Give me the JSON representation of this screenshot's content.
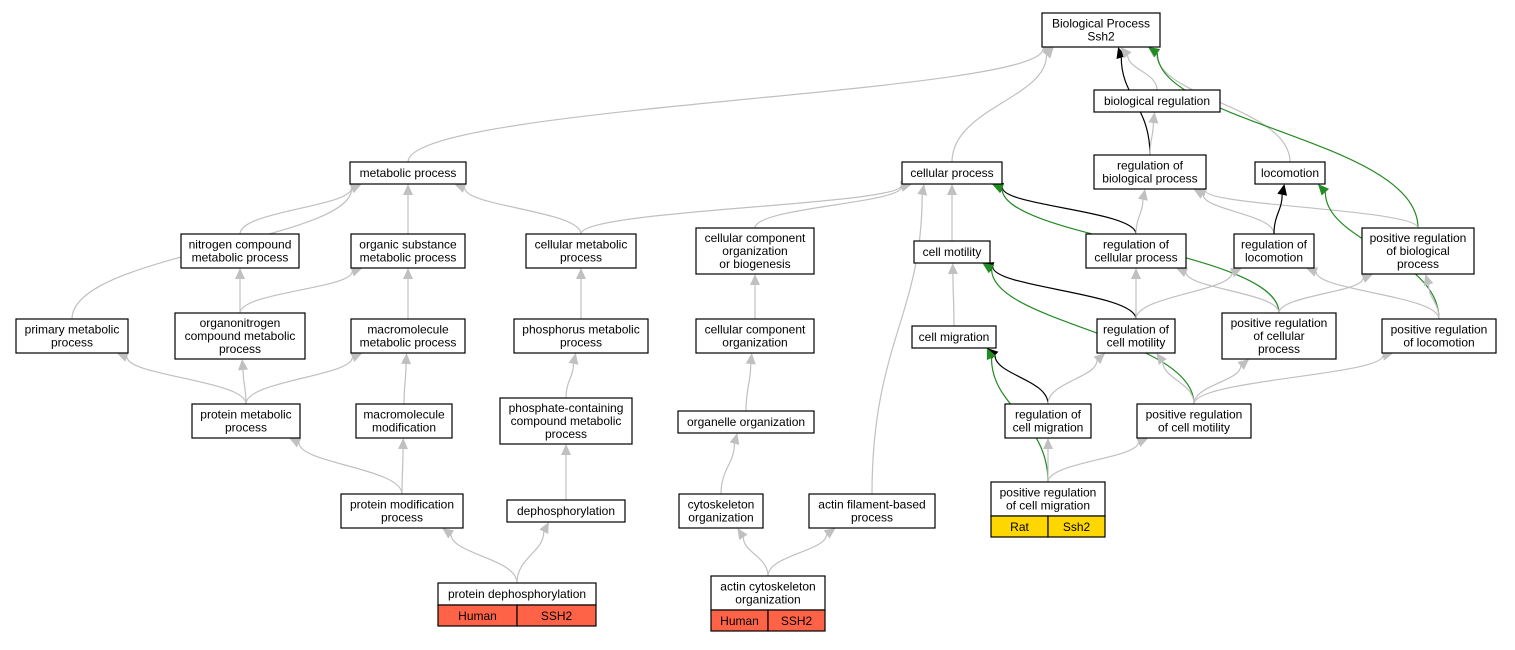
{
  "colors": {
    "default_edge": "#c0c0c0",
    "black_edge": "#000000",
    "green_edge": "#228b22",
    "human_badge": "#ff6347",
    "rat_badge": "#ffd700"
  },
  "nodes": [
    {
      "id": "bp",
      "lines": [
        "Biological Process",
        "Ssh2"
      ]
    },
    {
      "id": "bioreg",
      "lines": [
        "biological regulation"
      ]
    },
    {
      "id": "metab",
      "lines": [
        "metabolic process"
      ]
    },
    {
      "id": "cellproc",
      "lines": [
        "cellular process"
      ]
    },
    {
      "id": "regbio",
      "lines": [
        "regulation of",
        "biological process"
      ]
    },
    {
      "id": "locom",
      "lines": [
        "locomotion"
      ]
    },
    {
      "id": "nitro",
      "lines": [
        "nitrogen compound",
        "metabolic process"
      ]
    },
    {
      "id": "orgsub",
      "lines": [
        "organic substance",
        "metabolic process"
      ]
    },
    {
      "id": "cellmet",
      "lines": [
        "cellular metabolic",
        "process"
      ]
    },
    {
      "id": "ccob",
      "lines": [
        "cellular component",
        "organization",
        "or biogenesis"
      ]
    },
    {
      "id": "cellmot",
      "lines": [
        "cell motility"
      ]
    },
    {
      "id": "regcell",
      "lines": [
        "regulation of",
        "cellular process"
      ]
    },
    {
      "id": "regloc",
      "lines": [
        "regulation of",
        "locomotion"
      ]
    },
    {
      "id": "posregbio",
      "lines": [
        "positive regulation",
        "of biological",
        "process"
      ]
    },
    {
      "id": "primmet",
      "lines": [
        "primary metabolic",
        "process"
      ]
    },
    {
      "id": "orgnitro",
      "lines": [
        "organonitrogen",
        "compound metabolic",
        "process"
      ]
    },
    {
      "id": "macromet",
      "lines": [
        "macromolecule",
        "metabolic process"
      ]
    },
    {
      "id": "phosmet",
      "lines": [
        "phosphorus metabolic",
        "process"
      ]
    },
    {
      "id": "ccorg",
      "lines": [
        "cellular component",
        "organization"
      ]
    },
    {
      "id": "cellmig",
      "lines": [
        "cell migration"
      ]
    },
    {
      "id": "regmot",
      "lines": [
        "regulation of",
        "cell motility"
      ]
    },
    {
      "id": "posregcell",
      "lines": [
        "positive regulation",
        "of cellular",
        "process"
      ]
    },
    {
      "id": "posregloc",
      "lines": [
        "positive regulation",
        "of locomotion"
      ]
    },
    {
      "id": "protmet",
      "lines": [
        "protein metabolic",
        "process"
      ]
    },
    {
      "id": "macromod",
      "lines": [
        "macromolecule",
        "modification"
      ]
    },
    {
      "id": "phosphcomp",
      "lines": [
        "phosphate-containing",
        "compound metabolic",
        "process"
      ]
    },
    {
      "id": "organelle",
      "lines": [
        "organelle organization"
      ]
    },
    {
      "id": "regmig",
      "lines": [
        "regulation of",
        "cell migration"
      ]
    },
    {
      "id": "posregmot",
      "lines": [
        "positive regulation",
        "of cell motility"
      ]
    },
    {
      "id": "protmod",
      "lines": [
        "protein modification",
        "process"
      ]
    },
    {
      "id": "dephos",
      "lines": [
        "dephosphorylation"
      ]
    },
    {
      "id": "cytoorg",
      "lines": [
        "cytoskeleton",
        "organization"
      ]
    },
    {
      "id": "actinfil",
      "lines": [
        "actin filament-based",
        "process"
      ]
    },
    {
      "id": "posregmig",
      "lines": [
        "positive regulation",
        "of cell migration"
      ],
      "badge": [
        "Rat",
        "Ssh2"
      ],
      "badge_color": "rat_badge"
    },
    {
      "id": "protdephos",
      "lines": [
        "protein dephosphorylation"
      ],
      "badge": [
        "Human",
        "SSH2"
      ],
      "badge_color": "human_badge"
    },
    {
      "id": "actincyto",
      "lines": [
        "actin cytoskeleton",
        "organization"
      ],
      "badge": [
        "Human",
        "SSH2"
      ],
      "badge_color": "human_badge"
    }
  ],
  "edges": [
    {
      "from": "metab",
      "to": "bp",
      "color": "default_edge"
    },
    {
      "from": "cellproc",
      "to": "bp",
      "color": "default_edge"
    },
    {
      "from": "regbio",
      "to": "bp",
      "color": "black_edge"
    },
    {
      "from": "bioreg",
      "to": "bp",
      "color": "default_edge"
    },
    {
      "from": "locom",
      "to": "bp",
      "color": "default_edge"
    },
    {
      "from": "posregbio",
      "to": "bp",
      "color": "green_edge"
    },
    {
      "from": "regbio",
      "to": "bioreg",
      "color": "default_edge"
    },
    {
      "from": "primmet",
      "to": "metab",
      "color": "default_edge"
    },
    {
      "from": "nitro",
      "to": "metab",
      "color": "default_edge"
    },
    {
      "from": "orgsub",
      "to": "metab",
      "color": "default_edge"
    },
    {
      "from": "cellmet",
      "to": "metab",
      "color": "default_edge"
    },
    {
      "from": "cellmet",
      "to": "cellproc",
      "color": "default_edge"
    },
    {
      "from": "ccob",
      "to": "cellproc",
      "color": "default_edge"
    },
    {
      "from": "actinfil",
      "to": "cellproc",
      "color": "default_edge"
    },
    {
      "from": "cellmot",
      "to": "cellproc",
      "color": "default_edge"
    },
    {
      "from": "regcell",
      "to": "cellproc",
      "color": "black_edge"
    },
    {
      "from": "posregcell",
      "to": "cellproc",
      "color": "green_edge"
    },
    {
      "from": "regcell",
      "to": "regbio",
      "color": "default_edge"
    },
    {
      "from": "regloc",
      "to": "regbio",
      "color": "default_edge"
    },
    {
      "from": "posregbio",
      "to": "regbio",
      "color": "default_edge"
    },
    {
      "from": "regloc",
      "to": "locom",
      "color": "black_edge"
    },
    {
      "from": "posregloc",
      "to": "locom",
      "color": "green_edge"
    },
    {
      "from": "orgnitro",
      "to": "nitro",
      "color": "default_edge"
    },
    {
      "from": "orgnitro",
      "to": "orgsub",
      "color": "default_edge"
    },
    {
      "from": "macromet",
      "to": "orgsub",
      "color": "default_edge"
    },
    {
      "from": "phosmet",
      "to": "cellmet",
      "color": "default_edge"
    },
    {
      "from": "ccorg",
      "to": "ccob",
      "color": "default_edge"
    },
    {
      "from": "cellmig",
      "to": "cellmot",
      "color": "default_edge"
    },
    {
      "from": "regmot",
      "to": "cellmot",
      "color": "black_edge"
    },
    {
      "from": "posregmot",
      "to": "cellmot",
      "color": "green_edge"
    },
    {
      "from": "regmot",
      "to": "regcell",
      "color": "default_edge"
    },
    {
      "from": "posregcell",
      "to": "regcell",
      "color": "default_edge"
    },
    {
      "from": "regmot",
      "to": "regloc",
      "color": "default_edge"
    },
    {
      "from": "posregloc",
      "to": "regloc",
      "color": "default_edge"
    },
    {
      "from": "posregcell",
      "to": "posregbio",
      "color": "default_edge"
    },
    {
      "from": "posregloc",
      "to": "posregbio",
      "color": "default_edge"
    },
    {
      "from": "protmet",
      "to": "primmet",
      "color": "default_edge"
    },
    {
      "from": "protmet",
      "to": "orgnitro",
      "color": "default_edge"
    },
    {
      "from": "protmet",
      "to": "macromet",
      "color": "default_edge"
    },
    {
      "from": "macromod",
      "to": "macromet",
      "color": "default_edge"
    },
    {
      "from": "phosphcomp",
      "to": "phosmet",
      "color": "default_edge"
    },
    {
      "from": "organelle",
      "to": "ccorg",
      "color": "default_edge"
    },
    {
      "from": "regmig",
      "to": "cellmig",
      "color": "black_edge"
    },
    {
      "from": "posregmig",
      "to": "cellmig",
      "color": "green_edge"
    },
    {
      "from": "regmig",
      "to": "regmot",
      "color": "default_edge"
    },
    {
      "from": "posregmot",
      "to": "regmot",
      "color": "default_edge"
    },
    {
      "from": "posregmot",
      "to": "posregcell",
      "color": "default_edge"
    },
    {
      "from": "posregmot",
      "to": "posregloc",
      "color": "default_edge"
    },
    {
      "from": "protmod",
      "to": "protmet",
      "color": "default_edge"
    },
    {
      "from": "protmod",
      "to": "macromod",
      "color": "default_edge"
    },
    {
      "from": "dephos",
      "to": "phosphcomp",
      "color": "default_edge"
    },
    {
      "from": "cytoorg",
      "to": "organelle",
      "color": "default_edge"
    },
    {
      "from": "posregmig",
      "to": "regmig",
      "color": "default_edge"
    },
    {
      "from": "posregmig",
      "to": "posregmot",
      "color": "default_edge"
    },
    {
      "from": "protdephos",
      "to": "protmod",
      "color": "default_edge"
    },
    {
      "from": "protdephos",
      "to": "dephos",
      "color": "default_edge"
    },
    {
      "from": "actincyto",
      "to": "cytoorg",
      "color": "default_edge"
    },
    {
      "from": "actincyto",
      "to": "actinfil",
      "color": "default_edge"
    }
  ]
}
